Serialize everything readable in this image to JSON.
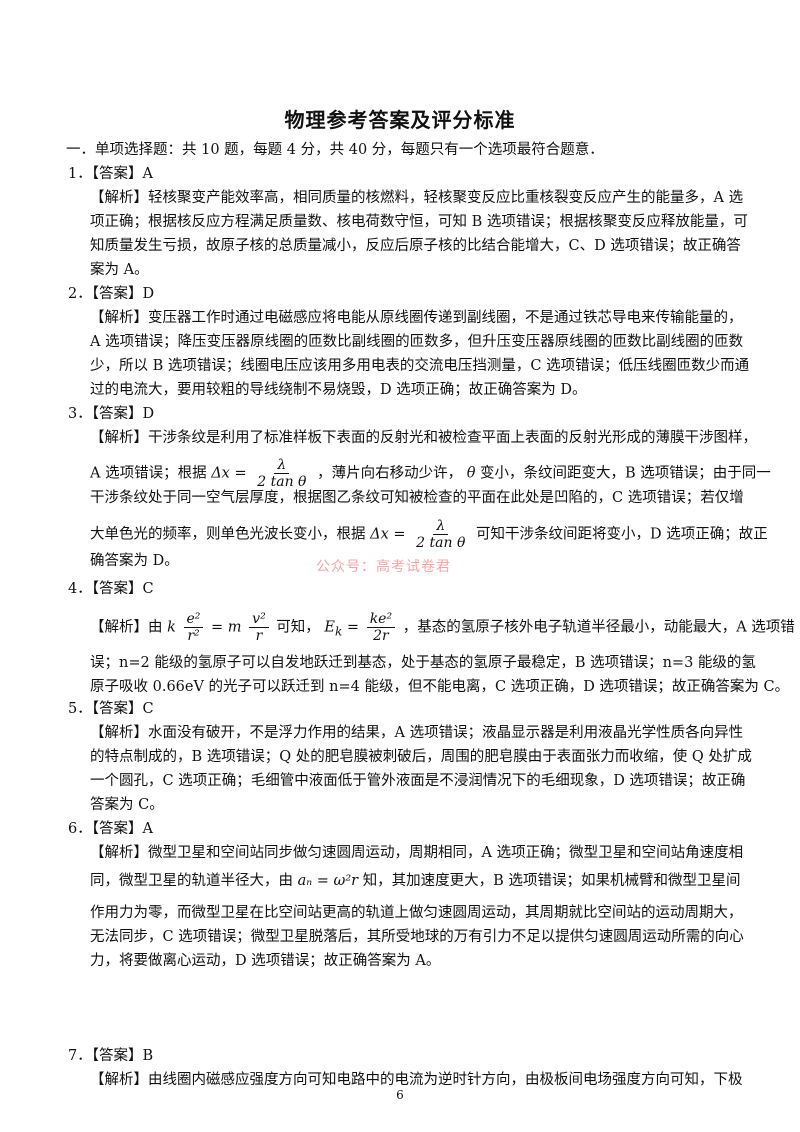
{
  "title": "物理参考答案及评分标准",
  "section": "一．单项选择题：共 10 题，每题 4 分，共 40 分，每题只有一个选项最符合题意．",
  "watermark": "公众号：高考试卷君",
  "page_number": "6",
  "q1": {
    "answer": "1．【答案】A",
    "lines": [
      "【解析】轻核聚变产能效率高，相同质量的核燃料，轻核聚变反应比重核裂变反应产生的能量多，A 选",
      "项正确；根据核反应方程满足质量数、核电荷数守恒，可知 B 选项错误；根据核聚变反应释放能量，可",
      "知质量发生亏损，故原子核的总质量减小，反应后原子核的比结合能增大，C、D 选项错误；故正确答",
      "案为 A。"
    ]
  },
  "q2": {
    "answer": "2．【答案】D",
    "lines": [
      "【解析】变压器工作时通过电磁感应将电能从原线圈传递到副线圈，不是通过铁芯导电来传输能量的，",
      "A 选项错误；降压变压器原线圈的匝数比副线圈的匝数多，但升压变压器原线圈的匝数比副线圈的匝数",
      "少，所以 B 选项错误；线圈电压应该用多用电表的交流电压挡测量，C 选项错误；低压线圈匝数少而通",
      "过的电流大，要用较粗的导线绕制不易烧毁，D 选项正确；故正确答案为 D。"
    ]
  },
  "q3": {
    "answer": "3．【答案】D",
    "line1": "【解析】干涉条纹是利用了标准样板下表面的反射光和被检查平面上表面的反射光形成的薄膜干涉图样，",
    "line2_a": "A 选项错误；根据",
    "delta_x": "Δx =",
    "frac_num": "λ",
    "frac_den": "2 tan θ",
    "line2_b": "，薄片向右移动少许，",
    "theta": "θ",
    "line2_c": " 变小，条纹间距变大，B 选项错误；由于同一",
    "line3": "干涉条纹处于同一空气层厚度，根据图乙条纹可知被检查的平面在此处是凹陷的，C 选项错误；若仅增",
    "line4_a": "大单色光的频率，则单色光波长变小，根据",
    "line4_b": "可知干涉条纹间距将变小，D 选项正确；故正",
    "line5": "确答案为 D。"
  },
  "q4": {
    "answer": "4．【答案】C",
    "line1_a": "【解析】由",
    "k": "k",
    "e2": "e²",
    "r2": "r²",
    "eq": "= m",
    "v2": "v²",
    "r": "r",
    "line1_b": "可知，",
    "ek": "E",
    "ek_sub": "k",
    "eq2": " =",
    "ke2": "ke²",
    "twor": "2r",
    "line1_c": "，基态的氢原子核外电子轨道半径最小，动能最大，A 选项错",
    "line2": "误；n=2 能级的氢原子可以自发地跃迁到基态，处于基态的氢原子最稳定，B 选项错误；n=3 能级的氢",
    "line3": "原子吸收 0.66eV 的光子可以跃迁到 n=4 能级，但不能电离，C 选项正确，D 选项错误；故正确答案为 C。"
  },
  "q5": {
    "answer": "5．【答案】C",
    "lines": [
      "【解析】水面没有破开，不是浮力作用的结果，A 选项错误；液晶显示器是利用液晶光学性质各向异性",
      "的特点制成的，B 选项错误；Q 处的肥皂膜被刺破后，周围的肥皂膜由于表面张力而收缩，使 Q 处扩成",
      "一个圆孔，C 选项正确；毛细管中液面低于管外液面是不浸润情况下的毛细现象，D 选项错误；故正确",
      "答案为 C。"
    ]
  },
  "q6": {
    "answer": "6．【答案】A",
    "line1": "【解析】微型卫星和空间站同步做匀速圆周运动，周期相同，A 选项正确；微型卫星和空间站角速度相",
    "line2_a": "同，微型卫星的轨道半径大，由",
    "formula": "aₙ = ω²r",
    "line2_b": " 知，其加速度更大，B 选项错误；如果机械臂和微型卫星间",
    "line3": "作用力为零，而微型卫星在比空间站更高的轨道上做匀速圆周运动，其周期就比空间站的运动周期大，",
    "line4": "无法同步，C 选项错误；微型卫星脱落后，其所受地球的万有引力不足以提供匀速圆周运动所需的向心",
    "line5": "力，将要做离心运动，D 选项错误；故正确答案为 A。"
  },
  "q7": {
    "answer": "7．【答案】B",
    "line1": "【解析】由线圈内磁感应强度方向可知电路中的电流为逆时针方向，由极板间电场强度方向可知，下极"
  }
}
